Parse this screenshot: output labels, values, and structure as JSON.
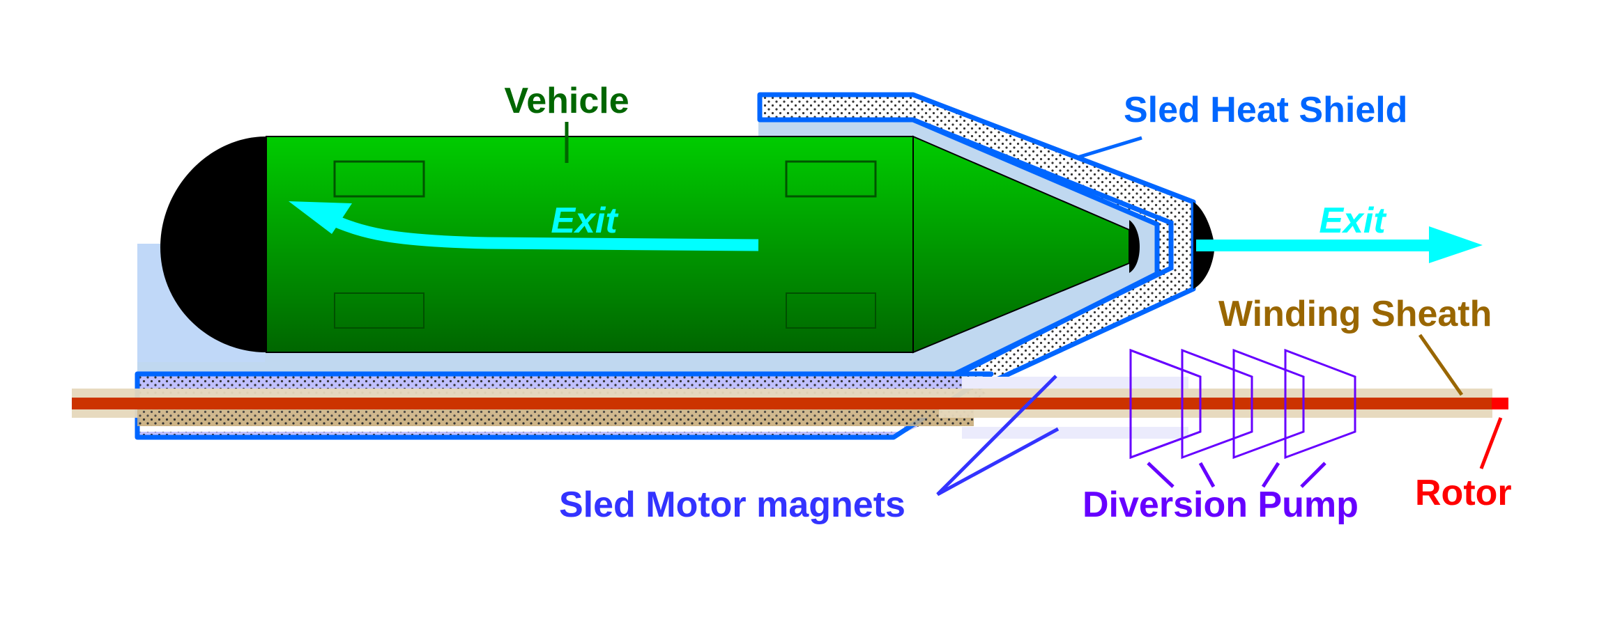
{
  "diagram": {
    "labels": {
      "vehicle": "Vehicle",
      "exit_inner": "Exit",
      "exit_outer": "Exit",
      "sled_heat_shield": "Sled Heat Shield",
      "winding_sheath": "Winding Sheath",
      "sled_motor_magnets": "Sled Motor magnets",
      "diversion_pump": "Diversion Pump",
      "rotor": "Rotor"
    },
    "colors": {
      "vehicle_label": "#006600",
      "exit": "#00ffff",
      "heat_shield": "#0066ff",
      "heat_shield_gap": "#c0d8f0",
      "winding_sheath": "#996600",
      "sheath_fill": "#e6d8bc",
      "rotor_core": "#cc3300",
      "rotor_label": "#ff0000",
      "motor_magnets": "#3333ff",
      "magnet_fill": "#c0c0ff",
      "diversion_pump": "#6600ff",
      "vehicle_top": "#00cc00",
      "vehicle_bottom": "#006600"
    },
    "pump_stages": 4
  }
}
